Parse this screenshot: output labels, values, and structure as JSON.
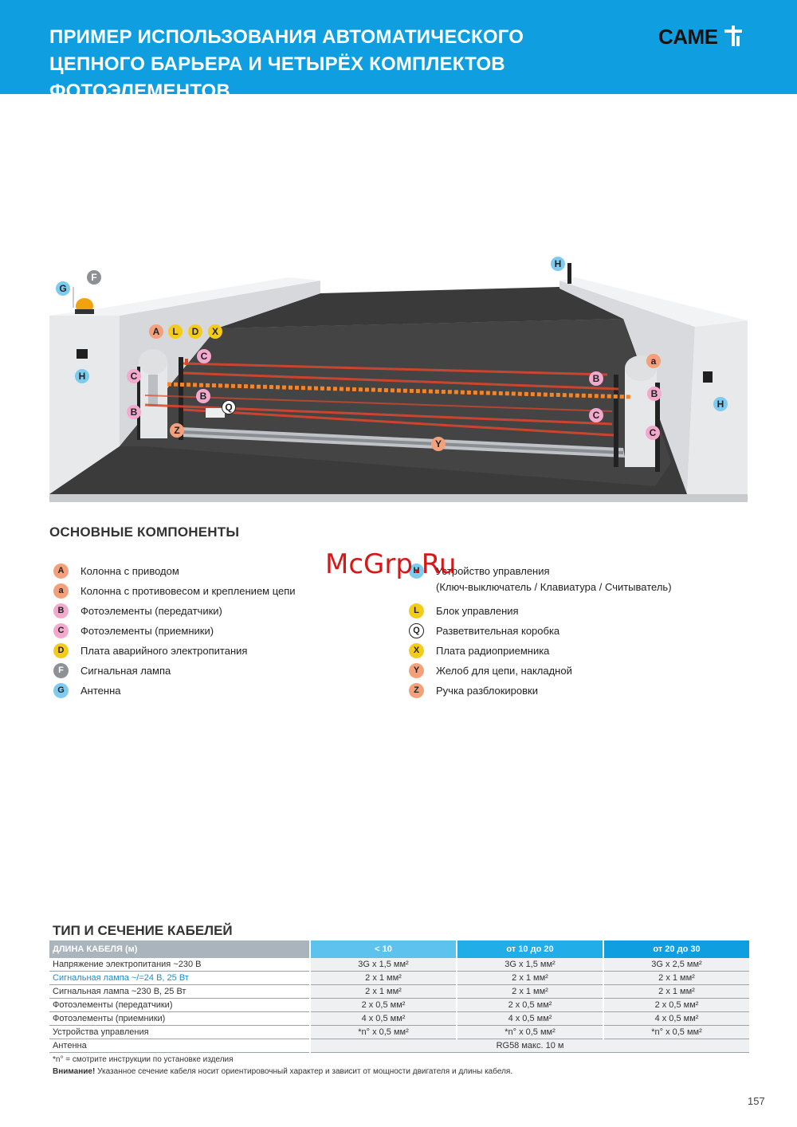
{
  "header": {
    "title": "ПРИМЕР ИСПОЛЬЗОВАНИЯ АВТОМАТИЧЕСКОГО ЦЕПНОГО БАРЬЕРА И ЧЕТЫРЁХ КОМПЛЕКТОВ ФОТОЭЛЕМЕНТОВ",
    "logo": "CAME"
  },
  "colors": {
    "brand_blue": "#0f9fe0",
    "orange": "#f4a07a",
    "pink": "#f3a9cd",
    "yellow": "#f5cb1a",
    "gray": "#8d9095",
    "light_blue": "#7ecbf0",
    "beam": "#e2462d"
  },
  "diagram_markers": [
    {
      "label": "G",
      "color": "light_blue"
    },
    {
      "label": "F",
      "color": "gray"
    },
    {
      "label": "H",
      "color": "light_blue"
    },
    {
      "label": "A",
      "color": "orange"
    },
    {
      "label": "L",
      "color": "yellow"
    },
    {
      "label": "D",
      "color": "yellow"
    },
    {
      "label": "X",
      "color": "yellow"
    },
    {
      "label": "C",
      "color": "pink"
    },
    {
      "label": "C",
      "color": "pink"
    },
    {
      "label": "B",
      "color": "pink"
    },
    {
      "label": "B",
      "color": "pink"
    },
    {
      "label": "Q",
      "color": "white"
    },
    {
      "label": "Z",
      "color": "orange"
    },
    {
      "label": "Y",
      "color": "orange"
    },
    {
      "label": "H",
      "color": "light_blue"
    },
    {
      "label": "a",
      "color": "orange"
    },
    {
      "label": "B",
      "color": "pink"
    },
    {
      "label": "B",
      "color": "pink"
    },
    {
      "label": "C",
      "color": "pink"
    },
    {
      "label": "C",
      "color": "pink"
    },
    {
      "label": "H",
      "color": "light_blue"
    }
  ],
  "components": {
    "title": "ОСНОВНЫЕ КОМПОНЕНТЫ",
    "left": [
      {
        "letter": "A",
        "label": "Колонна с приводом",
        "color": "orange"
      },
      {
        "letter": "a",
        "label": "Колонна с противовесом и креплением цепи",
        "color": "orange"
      },
      {
        "letter": "B",
        "label": "Фотоэлементы (передатчики)",
        "color": "pink"
      },
      {
        "letter": "C",
        "label": "Фотоэлементы (приемники)",
        "color": "pink"
      },
      {
        "letter": "D",
        "label": "Плата аварийного электропитания",
        "color": "yellow"
      },
      {
        "letter": "F",
        "label": "Сигнальная лампа",
        "color": "gray"
      },
      {
        "letter": "G",
        "label": "Антенна",
        "color": "light_blue"
      }
    ],
    "right": [
      {
        "letter": "H",
        "label": "Устройство управления",
        "sub": "(Ключ-выключатель / Клавиатура / Считыватель)",
        "color": "light_blue"
      },
      {
        "letter": "L",
        "label": "Блок управления",
        "color": "yellow"
      },
      {
        "letter": "Q",
        "label": "Разветвительная коробка",
        "color": "white"
      },
      {
        "letter": "X",
        "label": "Плата радиоприемника",
        "color": "yellow"
      },
      {
        "letter": "Y",
        "label": "Желоб для цепи, накладной",
        "color": "orange"
      },
      {
        "letter": "Z",
        "label": "Ручка разблокировки",
        "color": "orange"
      }
    ]
  },
  "watermark": "McGrp.Ru",
  "cables": {
    "title": "ТИП И СЕЧЕНИЕ КАБЕЛЕЙ",
    "headers": [
      "ДЛИНА КАБЕЛЯ (м)",
      "< 10",
      "от 10 до 20",
      "от 20 до 30"
    ],
    "rows": [
      {
        "label": "Напряжение электропитания ~230 В",
        "values": [
          "3G x 1,5 мм²",
          "3G x 1,5 мм²",
          "3G x 2,5 мм²"
        ]
      },
      {
        "label": "Сигнальная лампа ~/=24 В, 25 Вт",
        "values": [
          "2 x 1 мм²",
          "2 x 1 мм²",
          "2 x 1 мм²"
        ],
        "highlight": true
      },
      {
        "label": "Сигнальная лампа ~230 В, 25 Вт",
        "values": [
          "2 x 1 мм²",
          "2 x 1 мм²",
          "2 x 1 мм²"
        ]
      },
      {
        "label": "Фотоэлементы (передатчики)",
        "values": [
          "2 x 0,5 мм²",
          "2 x 0,5 мм²",
          "2 x 0,5 мм²"
        ]
      },
      {
        "label": "Фотоэлементы (приемники)",
        "values": [
          "4 x 0,5 мм²",
          "4 x 0,5 мм²",
          "4 x 0,5 мм²"
        ]
      },
      {
        "label": "Устройства управления",
        "values": [
          "*n° x 0,5 мм²",
          "*n° x 0,5 мм²",
          "*n° x 0,5 мм²"
        ]
      }
    ],
    "antenna_row": {
      "label": "Антенна",
      "value": "RG58 макс. 10 м"
    },
    "note1": "*n° = смотрите инструкции по установке изделия",
    "note2_bold": "Внимание!",
    "note2": " Указанное сечение кабеля носит ориентировочный характер и зависит от мощности двигателя и длины кабеля."
  },
  "page_number": "157"
}
